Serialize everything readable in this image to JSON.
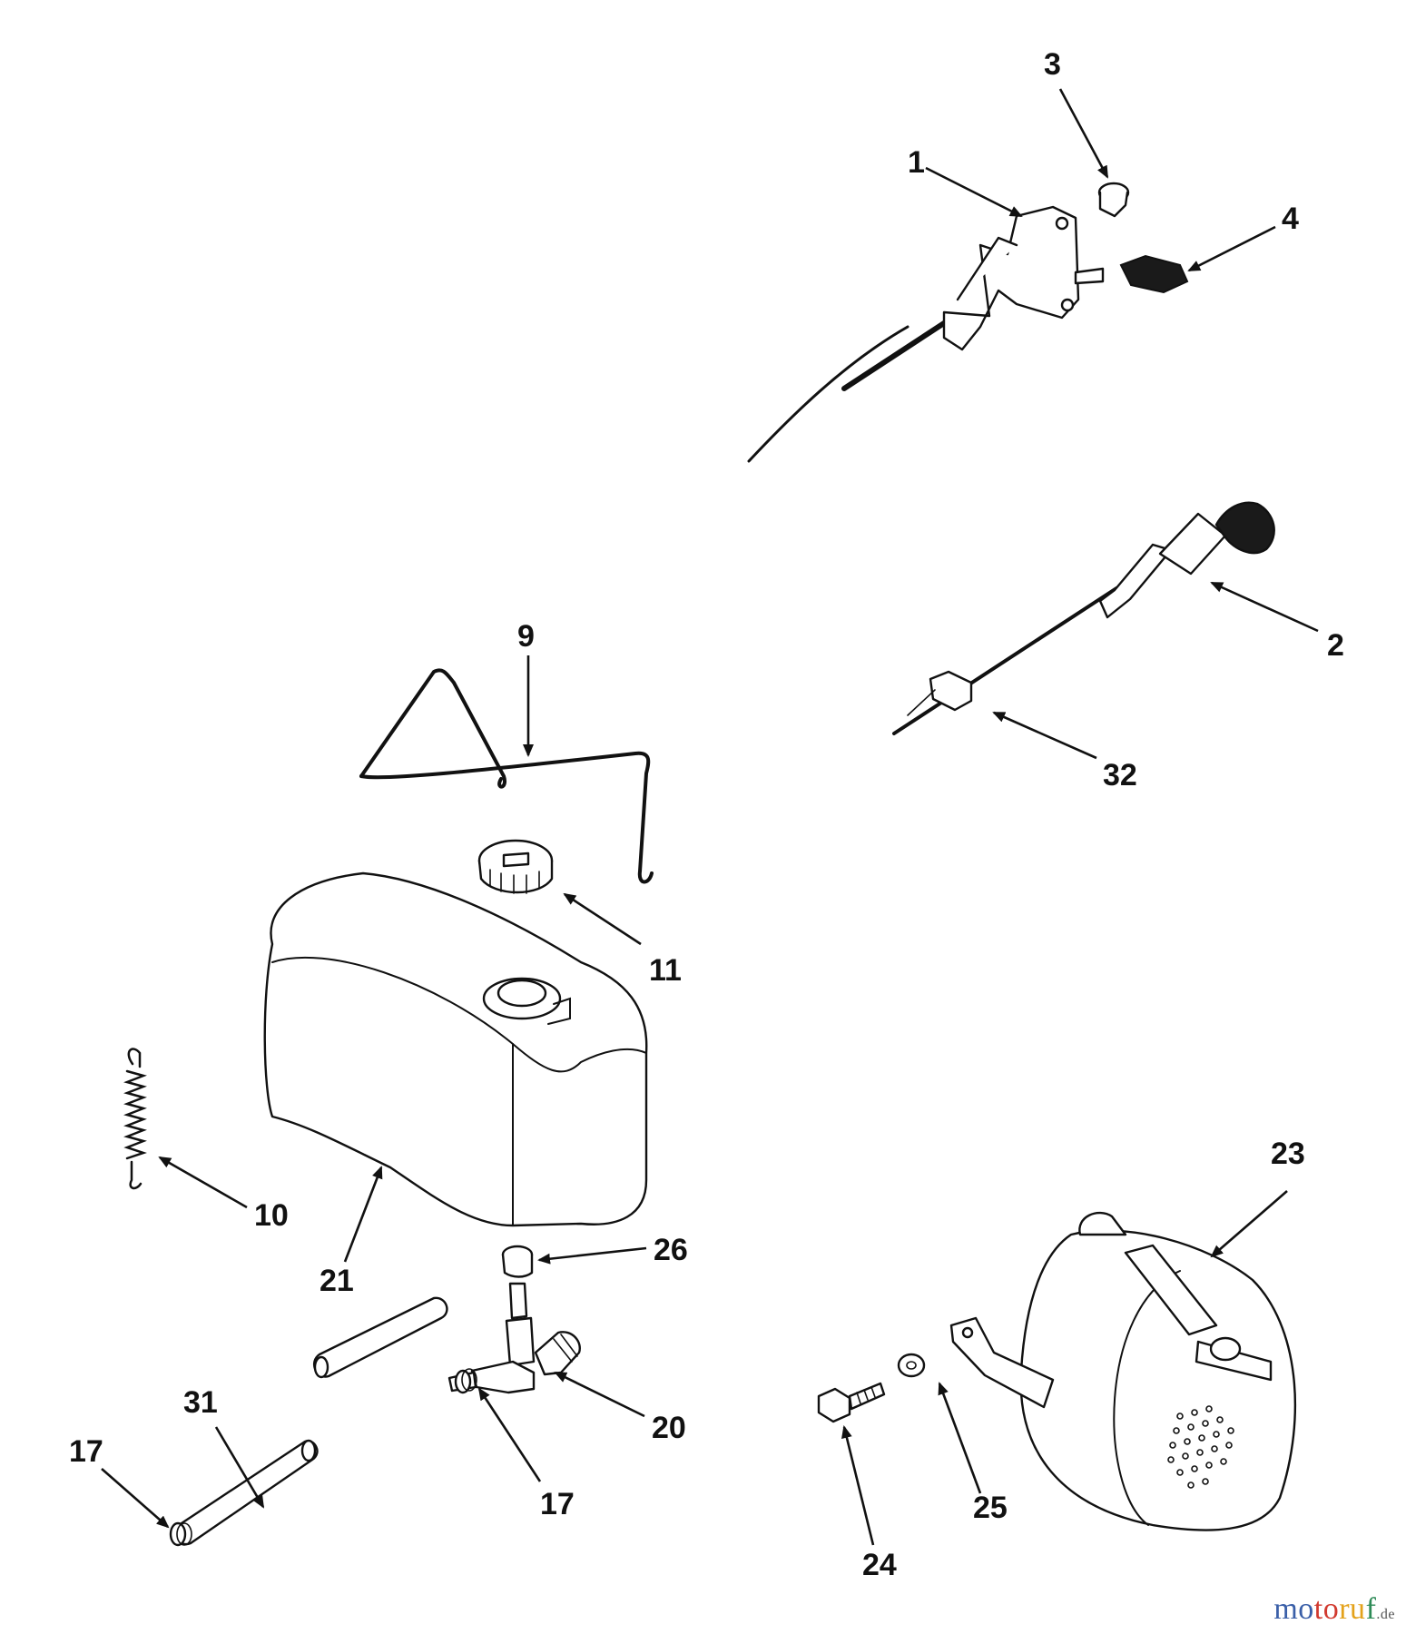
{
  "callouts": {
    "c1": "1",
    "c2": "2",
    "c3": "3",
    "c4": "4",
    "c9": "9",
    "c10": "10",
    "c11": "11",
    "c17a": "17",
    "c17b": "17",
    "c20": "20",
    "c21": "21",
    "c23": "23",
    "c24": "24",
    "c25": "25",
    "c26": "26",
    "c31": "31",
    "c32": "32"
  },
  "watermark": {
    "p1": "mo",
    "p2": "to",
    "p3": "ru",
    "p4": "f",
    "suffix": ".de"
  },
  "colors": {
    "line": "#111111",
    "background": "#ffffff"
  }
}
